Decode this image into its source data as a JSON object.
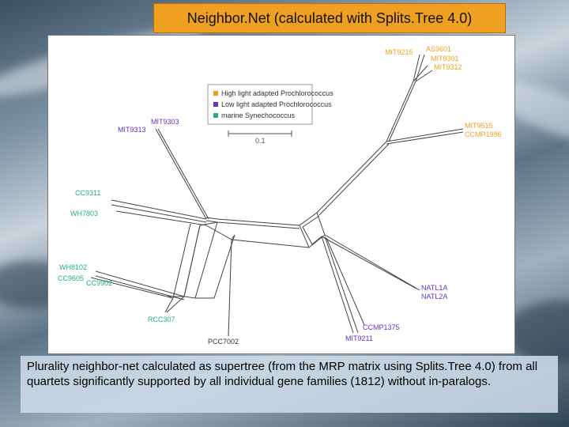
{
  "slide": {
    "title": "Neighbor.Net (calculated with Splits.Tree 4.0)",
    "caption": "Plurality neighbor-net calculated as supertree (from the MRP matrix using Splits.Tree 4.0) from all quartets significantly supported by all individual gene families (1812) without in-paralogs."
  },
  "legend": {
    "items": [
      {
        "label": "High light adapted Prochlorococcus",
        "color": "#f0a020"
      },
      {
        "label": "Low light adapted Prochlorococcus",
        "color": "#6633cc"
      },
      {
        "label": "marine Synechococcus",
        "color": "#20b080"
      }
    ],
    "scale_label": "0.1"
  },
  "taxa": {
    "mit9215": "MIT9215",
    "as9601": "AS9601",
    "mit9301": "MIT9301",
    "mit9312": "MIT9312",
    "mit9515": "MIT9515",
    "ccmp1986": "CCMP1986",
    "mit9303": "MIT9303",
    "mit9313": "MIT9313",
    "cc9311": "CC9311",
    "wh7803": "WH7803",
    "wh8102": "WH8102",
    "cc9605": "CC9605",
    "cc9902": "CC9902",
    "rcc307": "RCC307",
    "pcc7002": "PCC7002",
    "natl1a": "NATL1A",
    "natl2a": "NATL2A",
    "ccmp1375": "CCMP1375",
    "mit9211": "MIT9211"
  },
  "colors": {
    "high_light": "#f0a020",
    "low_light": "#6633cc",
    "synechococcus": "#20b080",
    "other": "#333333"
  }
}
